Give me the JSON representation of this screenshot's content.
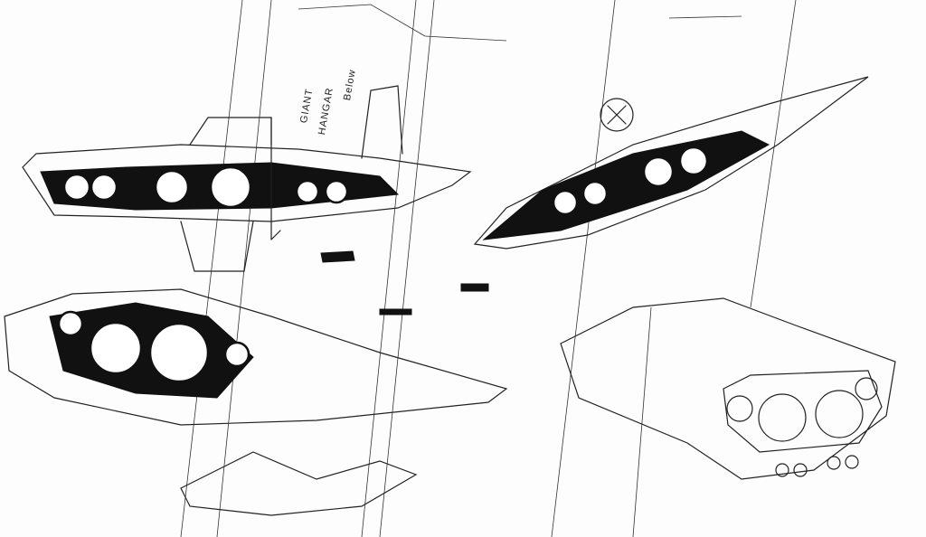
{
  "annotation": {
    "line1": "GIANT",
    "line2": "HANGAR",
    "line3": "Below"
  },
  "colors": {
    "ink": "#111111",
    "paper": "#fdfdfd"
  }
}
